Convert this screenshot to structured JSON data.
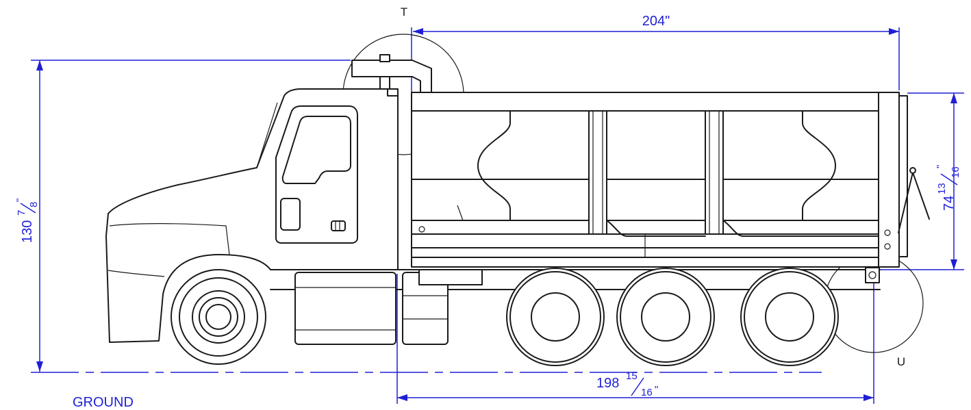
{
  "colors": {
    "dimension": "#1f1fd6",
    "ink": "#1a1a1a",
    "background": "#ffffff"
  },
  "detail_labels": {
    "top": "T",
    "bottom": "U"
  },
  "dimensions": {
    "body_length": {
      "whole": "204\""
    },
    "overall_height": {
      "whole": "130",
      "num": "7",
      "den": "8",
      "unit": "\""
    },
    "body_height": {
      "whole": "74",
      "num": "13",
      "den": "16",
      "unit": "\""
    },
    "cab_to_end": {
      "whole": "198",
      "num": "15",
      "den": "16",
      "unit": "\""
    }
  },
  "ground_label": "GROUND"
}
